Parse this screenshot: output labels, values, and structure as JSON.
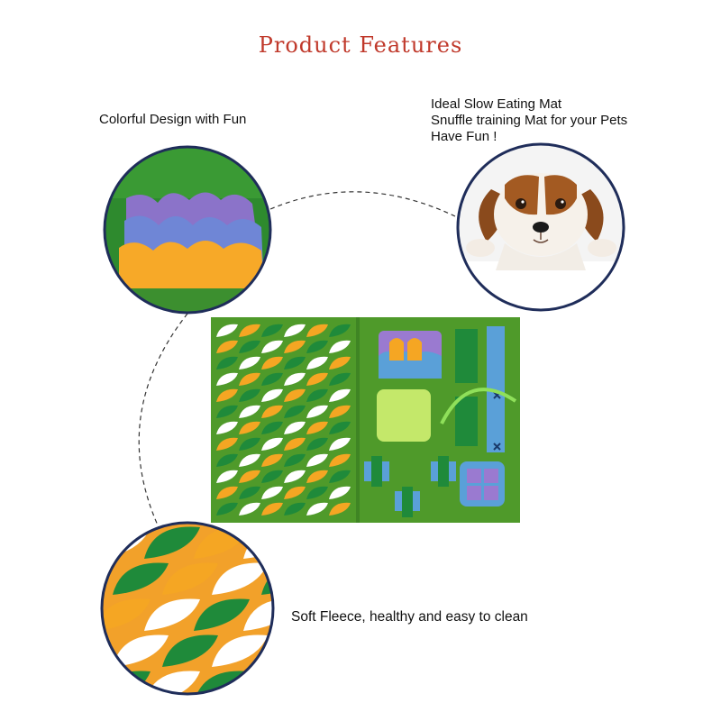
{
  "page": {
    "title": "Product Features"
  },
  "features": {
    "colorful": {
      "caption": "Colorful Design with Fun",
      "image_icon": "felt-scallop-layers-closeup"
    },
    "ideal": {
      "lines": [
        "Ideal Slow Eating Mat",
        "Snuffle training Mat for your Pets",
        "Have Fun !"
      ],
      "image_icon": "puppy-photo"
    },
    "soft": {
      "caption": "Soft Fleece, healthy and easy to clean",
      "image_icon": "felt-petals-closeup"
    }
  },
  "product": {
    "image_icon": "snuffle-mat-photo"
  },
  "colors": {
    "title": "#c0392b",
    "circle_border": "#1f2d5a",
    "mat_green": "#4f9a2a",
    "felt_orange": "#f5a623",
    "felt_dark_green": "#1f8a3a",
    "felt_blue": "#5aa0d8",
    "felt_purple": "#9a7ad0",
    "felt_lime": "#c4e86a"
  }
}
